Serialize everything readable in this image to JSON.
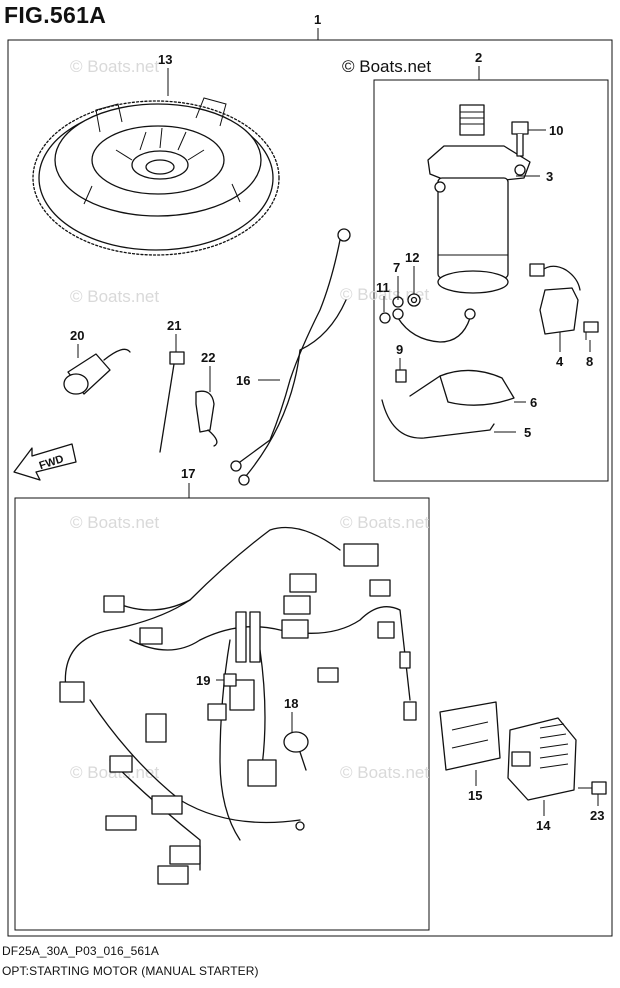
{
  "figure": {
    "title": "FIG.561A",
    "code": "DF25A_30A_P03_016_561A",
    "caption": "OPT:STARTING MOTOR (MANUAL STARTER)"
  },
  "watermark": {
    "main_text": "© Boats.net",
    "faint_text": "© Boats.net"
  },
  "direction_arrow": {
    "label": "FWD"
  },
  "callouts": [
    {
      "id": "c1",
      "label": "1"
    },
    {
      "id": "c2",
      "label": "2"
    },
    {
      "id": "c3",
      "label": "3"
    },
    {
      "id": "c4",
      "label": "4"
    },
    {
      "id": "c5",
      "label": "5"
    },
    {
      "id": "c6",
      "label": "6"
    },
    {
      "id": "c7",
      "label": "7"
    },
    {
      "id": "c8",
      "label": "8"
    },
    {
      "id": "c9",
      "label": "9"
    },
    {
      "id": "c10",
      "label": "10"
    },
    {
      "id": "c11",
      "label": "11"
    },
    {
      "id": "c12",
      "label": "12"
    },
    {
      "id": "c13",
      "label": "13"
    },
    {
      "id": "c14",
      "label": "14"
    },
    {
      "id": "c15",
      "label": "15"
    },
    {
      "id": "c16",
      "label": "16"
    },
    {
      "id": "c17",
      "label": "17"
    },
    {
      "id": "c18",
      "label": "18"
    },
    {
      "id": "c19",
      "label": "19"
    },
    {
      "id": "c20",
      "label": "20"
    },
    {
      "id": "c21",
      "label": "21"
    },
    {
      "id": "c22",
      "label": "22"
    },
    {
      "id": "c23",
      "label": "23"
    }
  ]
}
